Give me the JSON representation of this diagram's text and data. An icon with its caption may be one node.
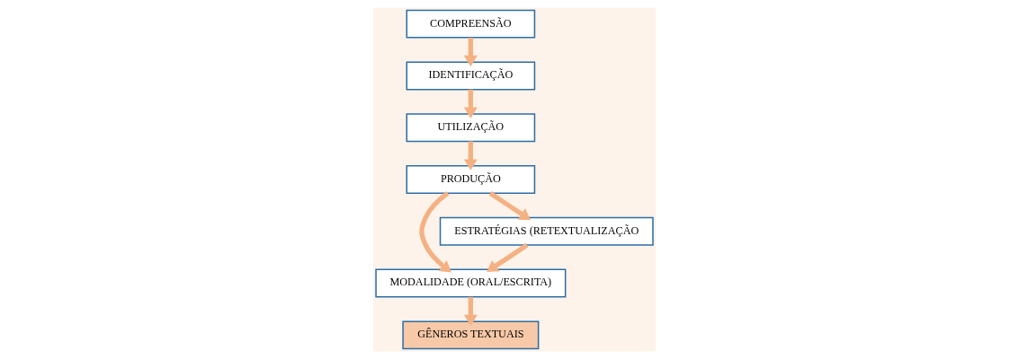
{
  "diagram": {
    "nodes": [
      {
        "text": [
          "GÊNEROS TEXTUAIS"
        ]
      },
      {
        "text": [
          "MODALIDADE (ORAL/ESCRITA)"
        ]
      },
      {
        "text": [
          "ESTRATÉGIAS (RETEXTUALIZAÇÃO"
        ]
      },
      {
        "text": [
          "COMPREENSÃO"
        ]
      },
      {
        "text": [
          "PRODUÇÃO"
        ]
      },
      {
        "text": [
          "IDENTIFICAÇÃO"
        ]
      },
      {
        "text": [
          "UTILIZAÇÃO"
        ]
      }
    ],
    "edges": [
      {
        "from": 1,
        "to": 0,
        "arrow": "to"
      },
      {
        "from": 2,
        "to": 1,
        "arrow": "to"
      },
      {
        "from": 4,
        "to": 1,
        "arrow": "to"
      },
      {
        "from": 4,
        "to": 2,
        "arrow": "to"
      },
      {
        "from": 3,
        "to": 5,
        "arrow": "to"
      },
      {
        "from": 5,
        "to": 6,
        "arrow": "to"
      },
      {
        "from": 6,
        "to": 4,
        "arrow": "to"
      }
    ]
  }
}
